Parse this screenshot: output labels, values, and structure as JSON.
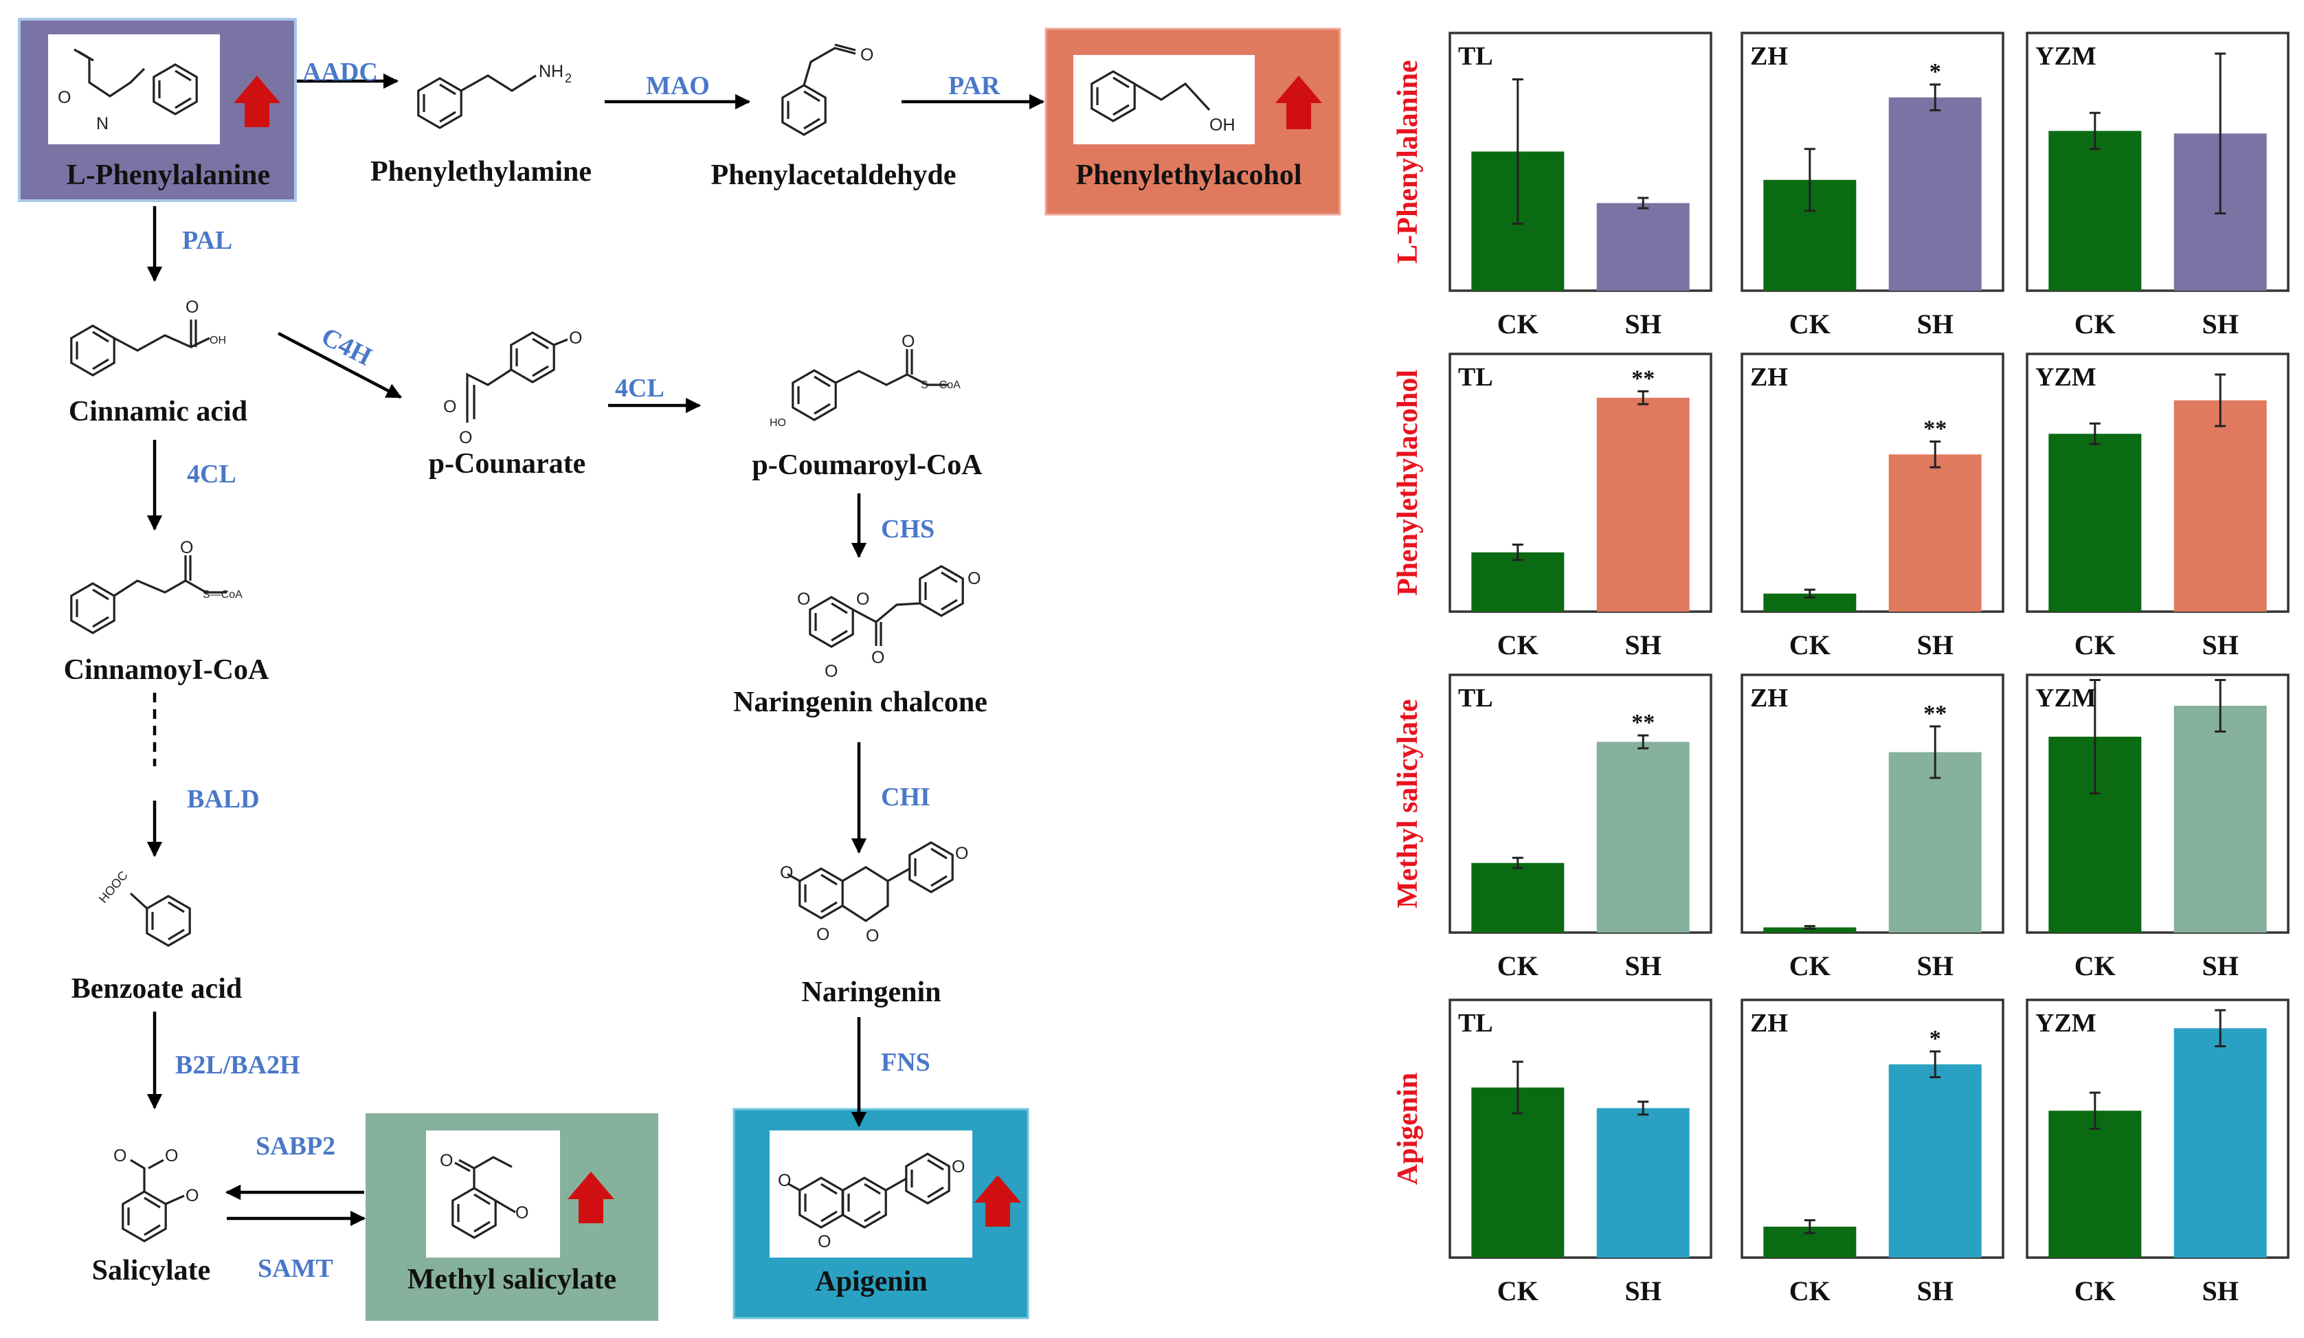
{
  "pathway": {
    "compounds": {
      "l_phenylalanine": "L-Phenylalanine",
      "phenylethylamine": "Phenylethylamine",
      "phenylacetaldehyde": "Phenylacetaldehyde",
      "phenylethylacohol": "Phenylethylacohol",
      "cinnamic_acid": "Cinnamic acid",
      "p_counarate": "p-Counarate",
      "p_coumaroyl_coa": "p-Coumaroyl-CoA",
      "cinnamoyl_coa": "CinnamoyI-CoA",
      "naringenin_chalcone": "Naringenin chalcone",
      "benzoate_acid": "Benzoate acid",
      "naringenin": "Naringenin",
      "salicylate": "Salicylate",
      "methyl_salicylate": "Methyl salicylate",
      "apigenin": "Apigenin"
    },
    "enzymes": {
      "aadc": "AADC",
      "mao": "MAO",
      "par": "PAR",
      "pal": "PAL",
      "c4h": "C4H",
      "cl4_a": "4CL",
      "cl4_b": "4CL",
      "chs": "CHS",
      "chi": "CHI",
      "bald": "BALD",
      "fns": "FNS",
      "b2l": "B2L/BA2H",
      "sabp2": "SABP2",
      "samt": "SAMT"
    },
    "atoms": {
      "o": "O",
      "n": "N",
      "nh2": "NH",
      "nh2_sub": "2",
      "oh": "OH",
      "oh_lower": "OH",
      "s_coa": "S—CoA",
      "ho": "HO",
      "hooc": "HOOC"
    },
    "highlight_colors": {
      "l_phenylalanine": "#7a74a4",
      "phenylethylacohol": "#e07a5f",
      "methyl_salicylate": "#86b19c",
      "apigenin": "#2aa1c2",
      "up_arrow": "#d01010"
    }
  },
  "chart_data": {
    "type": "bar",
    "categories": [
      "CK",
      "SH"
    ],
    "cultivars": [
      "TL",
      "ZH",
      "YZM"
    ],
    "colors": {
      "ck": "#0b6b12",
      "l_phenylalanine": "#7a74a4",
      "phenylethylacohol": "#e07a5f",
      "methyl_salicylate": "#86b19c",
      "apigenin": "#2aa1c2"
    },
    "rows": [
      {
        "key": "l_phenylalanine",
        "label": "L-Phenylalanine",
        "panels": [
          {
            "cultivar": "TL",
            "ck": 0.54,
            "ck_err": 0.28,
            "sh": 0.34,
            "sh_err": 0.02,
            "sig": ""
          },
          {
            "cultivar": "ZH",
            "ck": 0.43,
            "ck_err": 0.12,
            "sh": 0.75,
            "sh_err": 0.05,
            "sig": "*"
          },
          {
            "cultivar": "YZM",
            "ck": 0.62,
            "ck_err": 0.07,
            "sh": 0.61,
            "sh_err": 0.31,
            "sig": ""
          }
        ]
      },
      {
        "key": "phenylethylacohol",
        "label": "Phenylethylacohol",
        "panels": [
          {
            "cultivar": "TL",
            "ck": 0.23,
            "ck_err": 0.03,
            "sh": 0.83,
            "sh_err": 0.025,
            "sig": "**"
          },
          {
            "cultivar": "ZH",
            "ck": 0.07,
            "ck_err": 0.015,
            "sh": 0.61,
            "sh_err": 0.05,
            "sig": "**"
          },
          {
            "cultivar": "YZM",
            "ck": 0.69,
            "ck_err": 0.04,
            "sh": 0.82,
            "sh_err": 0.1,
            "sig": ""
          }
        ]
      },
      {
        "key": "methyl_salicylate",
        "label": "Methyl salicylate",
        "panels": [
          {
            "cultivar": "TL",
            "ck": 0.27,
            "ck_err": 0.02,
            "sh": 0.74,
            "sh_err": 0.025,
            "sig": "**"
          },
          {
            "cultivar": "ZH",
            "ck": 0.02,
            "ck_err": 0.005,
            "sh": 0.7,
            "sh_err": 0.1,
            "sig": "**"
          },
          {
            "cultivar": "YZM",
            "ck": 0.76,
            "ck_err": 0.22,
            "sh": 0.88,
            "sh_err": 0.1,
            "sig": ""
          }
        ]
      },
      {
        "key": "apigenin",
        "label": "Apigenin",
        "panels": [
          {
            "cultivar": "TL",
            "ck": 0.66,
            "ck_err": 0.1,
            "sh": 0.58,
            "sh_err": 0.025,
            "sig": ""
          },
          {
            "cultivar": "ZH",
            "ck": 0.12,
            "ck_err": 0.025,
            "sh": 0.75,
            "sh_err": 0.05,
            "sig": "*"
          },
          {
            "cultivar": "YZM",
            "ck": 0.57,
            "ck_err": 0.07,
            "sh": 0.89,
            "sh_err": 0.07,
            "sig": ""
          }
        ]
      }
    ]
  }
}
